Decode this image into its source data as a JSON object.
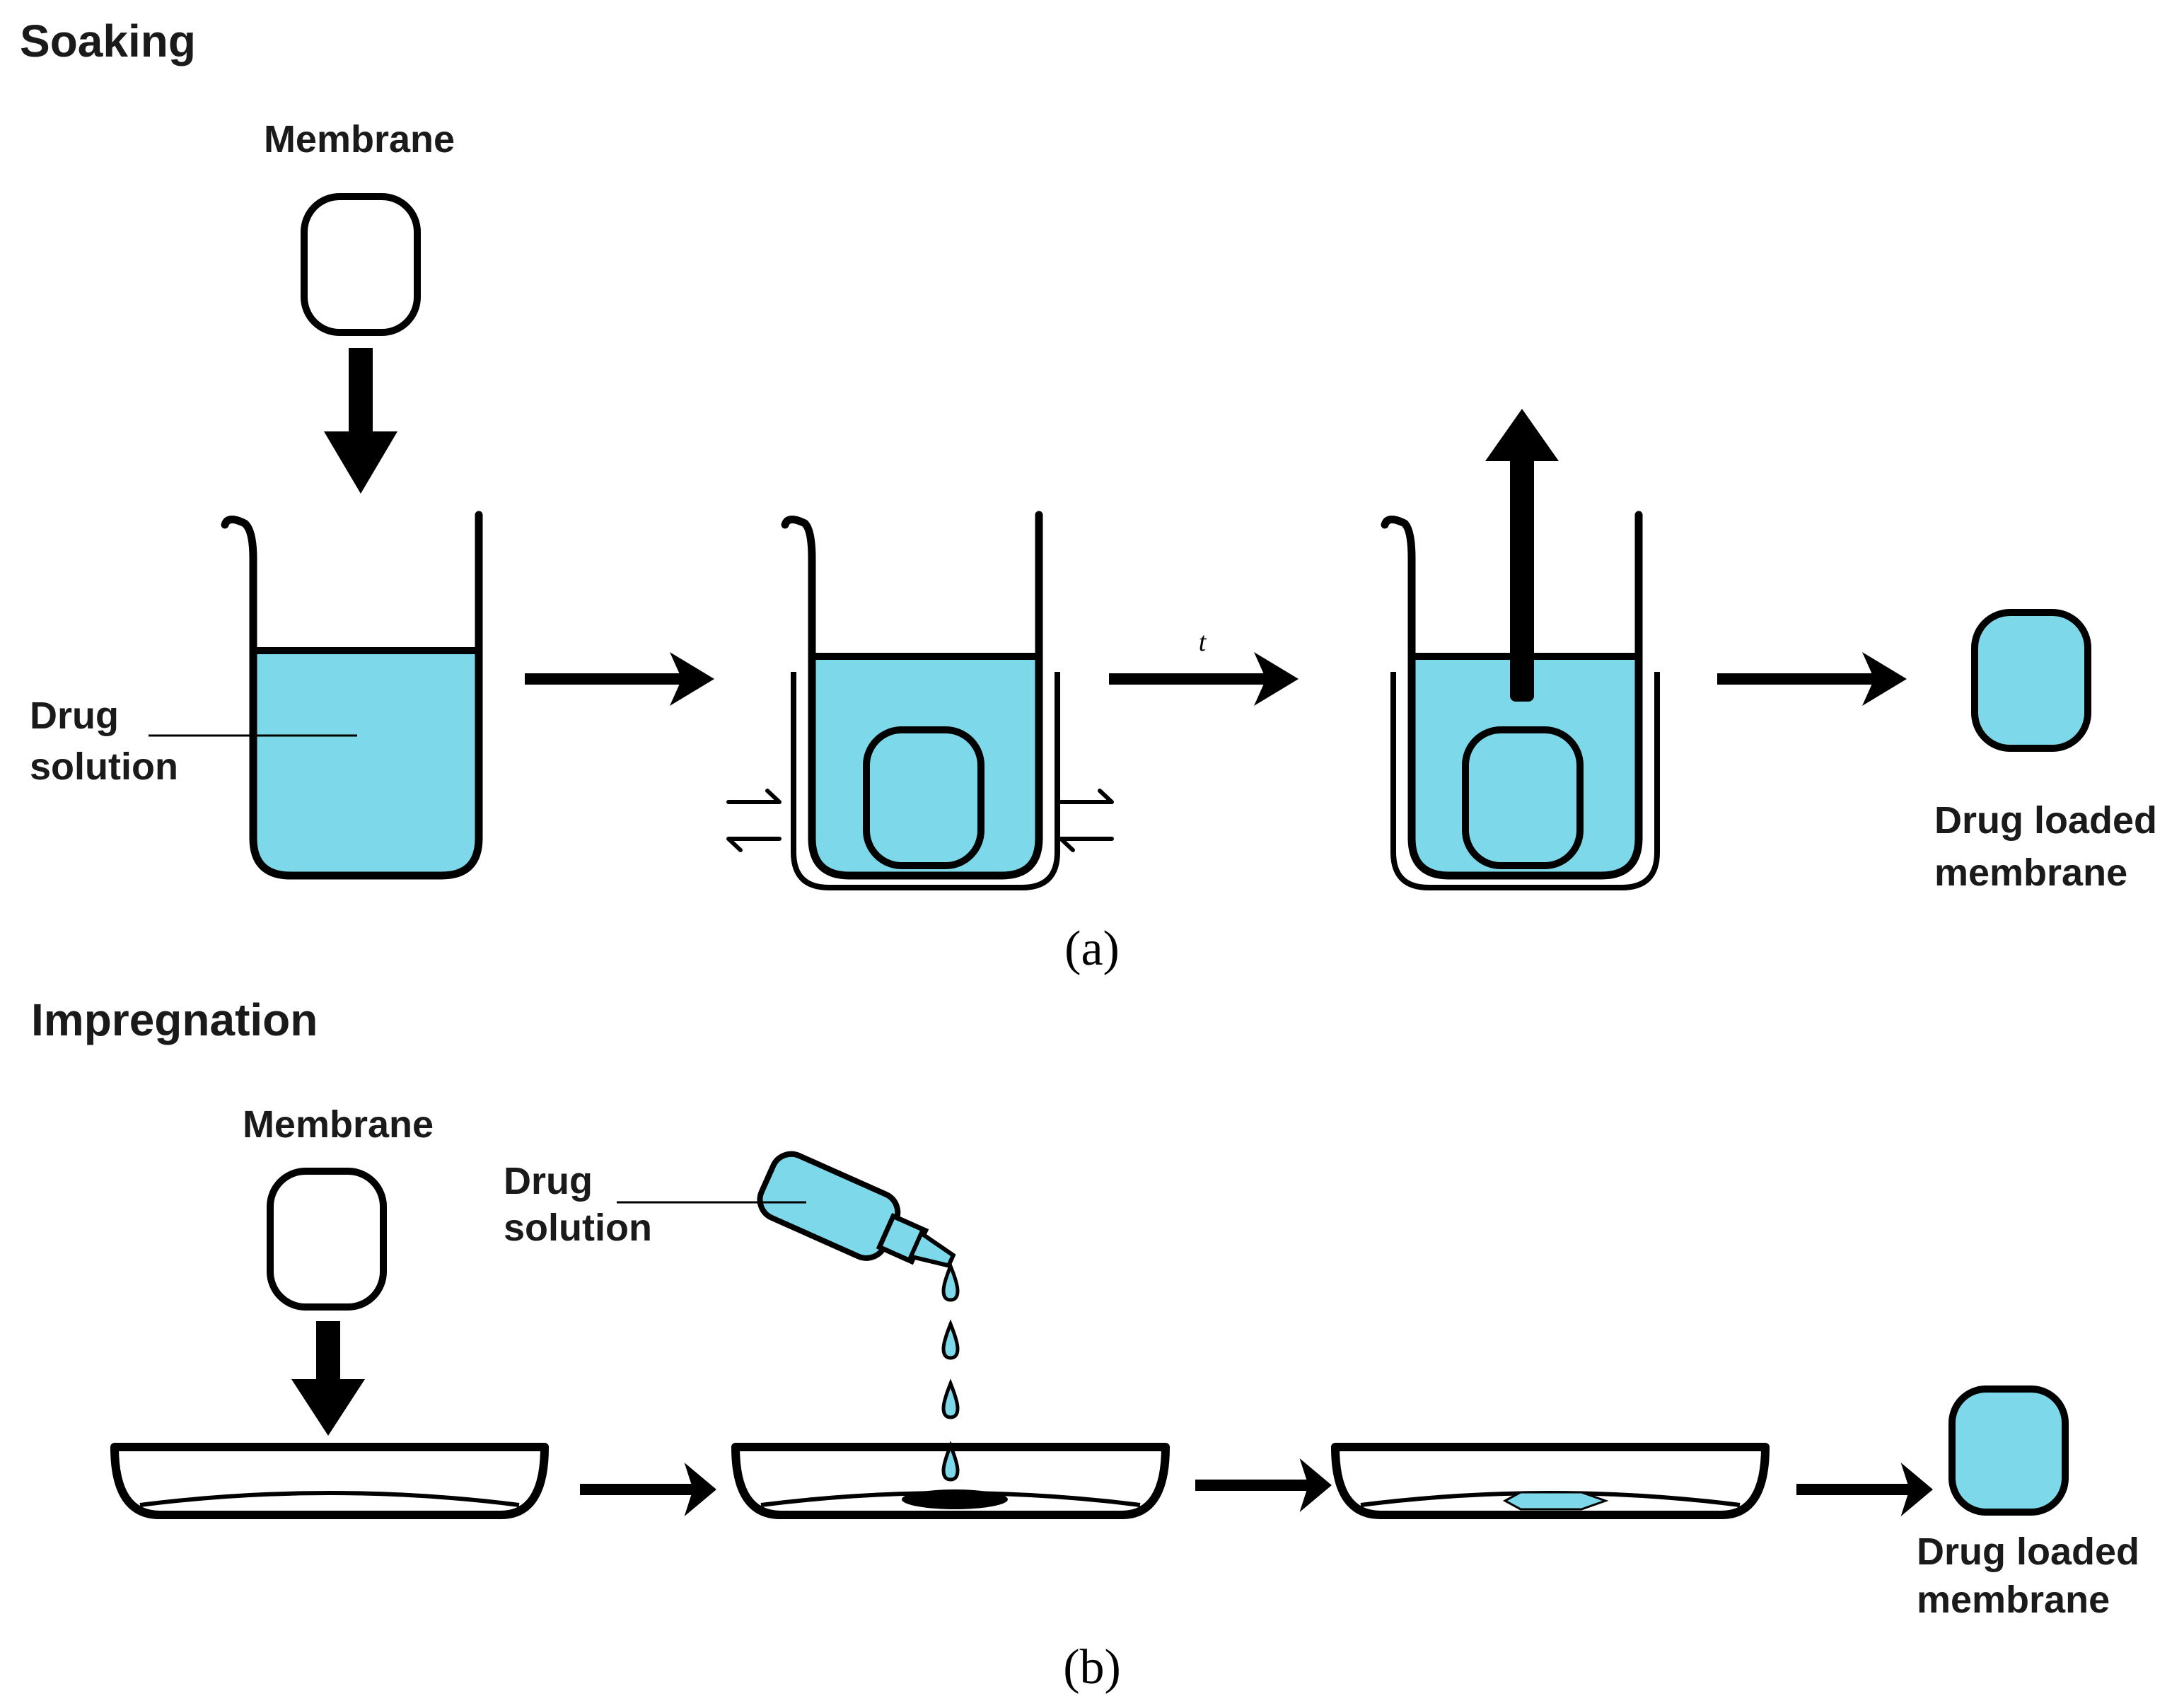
{
  "colors": {
    "solution": "#7dd9ea",
    "outline": "#000000",
    "background": "#ffffff"
  },
  "soaking": {
    "title": "Soaking",
    "membrane_label": "Membrane",
    "drug_solution_line1": "Drug",
    "drug_solution_line2": "solution",
    "time_label": "t",
    "result_line1": "Drug loaded",
    "result_line2": "membrane",
    "caption": "(a)"
  },
  "impregnation": {
    "title": "Impregnation",
    "membrane_label": "Membrane",
    "drug_solution_line1": "Drug",
    "drug_solution_line2": "solution",
    "result_line1": "Drug loaded",
    "result_line2": "membrane",
    "caption": "(b)"
  }
}
